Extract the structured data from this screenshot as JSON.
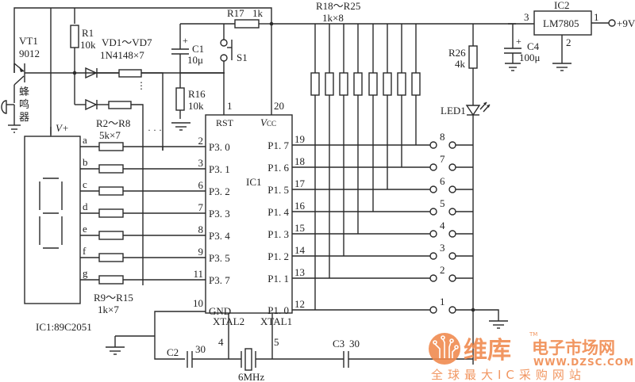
{
  "title": "IC1:89C2051",
  "colors": {
    "ink": "#2a2a2a",
    "watermark": "#f08b50"
  },
  "components": {
    "vt1": {
      "ref": "VT1",
      "value": "9012"
    },
    "buzzer": {
      "label": "蜂鸣器"
    },
    "r1": {
      "ref": "R1",
      "value": "10k"
    },
    "vd": {
      "ref": "VD1～VD7",
      "value": "1N4148×7"
    },
    "r2r8": {
      "ref": "R2～R8",
      "value": "5k×7"
    },
    "c1": {
      "ref": "C1",
      "value": "10μ",
      "polarity": "+"
    },
    "s1": {
      "ref": "S1"
    },
    "r16": {
      "ref": "R16",
      "value": "10k"
    },
    "r17": {
      "ref": "R17",
      "value": "1k"
    },
    "r18r25": {
      "ref": "R18～R25",
      "value": "1k×8"
    },
    "r26": {
      "ref": "R26",
      "value": "4k"
    },
    "led1": {
      "ref": "LED1"
    },
    "ic2": {
      "ref": "IC2",
      "part": "LM7805",
      "pins": {
        "in": "3",
        "out": "1",
        "gnd": "2"
      }
    },
    "c4": {
      "ref": "C4",
      "value": "100μ",
      "polarity": "+"
    },
    "supply": {
      "label": "+9V"
    },
    "r9r15": {
      "ref": "R9～R15",
      "value": "1k×7"
    },
    "c2": {
      "ref": "C2",
      "value": "30"
    },
    "c3": {
      "ref": "C3",
      "value": "30"
    },
    "crystal": {
      "value": "6MHz"
    },
    "display": {
      "vplus": "V+",
      "segments": [
        "a",
        "b",
        "c",
        "d",
        "e",
        "f",
        "g"
      ]
    },
    "ic1": {
      "ref": "IC1",
      "top": [
        {
          "name": "RST",
          "pin": "1"
        },
        {
          "name": "VCC",
          "pin": "20"
        }
      ],
      "left": [
        {
          "name": "P3. 0",
          "pin": "2"
        },
        {
          "name": "P3. 1",
          "pin": "3"
        },
        {
          "name": "P3. 2",
          "pin": "6"
        },
        {
          "name": "P3. 3",
          "pin": "7"
        },
        {
          "name": "P3. 4",
          "pin": "8"
        },
        {
          "name": "P3. 5",
          "pin": "9"
        },
        {
          "name": "P3. 7",
          "pin": "11"
        },
        {
          "name": "GND",
          "pin": "10"
        }
      ],
      "right": [
        {
          "name": "P1. 7",
          "pin": "19"
        },
        {
          "name": "P1. 6",
          "pin": "18"
        },
        {
          "name": "P1. 5",
          "pin": "17"
        },
        {
          "name": "P1. 4",
          "pin": "16"
        },
        {
          "name": "P1. 3",
          "pin": "15"
        },
        {
          "name": "P1. 2",
          "pin": "14"
        },
        {
          "name": "P1. 1",
          "pin": "13"
        },
        {
          "name": "P1. 0",
          "pin": "12"
        }
      ],
      "bottom": [
        {
          "name": "XTAL2",
          "pin": "4"
        },
        {
          "name": "XTAL1",
          "pin": "5"
        }
      ]
    },
    "keys": [
      "8",
      "7",
      "6",
      "5",
      "4",
      "3",
      "2",
      "1"
    ]
  },
  "watermark": {
    "brand": "维库",
    "tm": "TM",
    "name": "电子市场网",
    "url": "WWW.DZSC.COM",
    "slogan": "全球最大IC采购网站"
  }
}
